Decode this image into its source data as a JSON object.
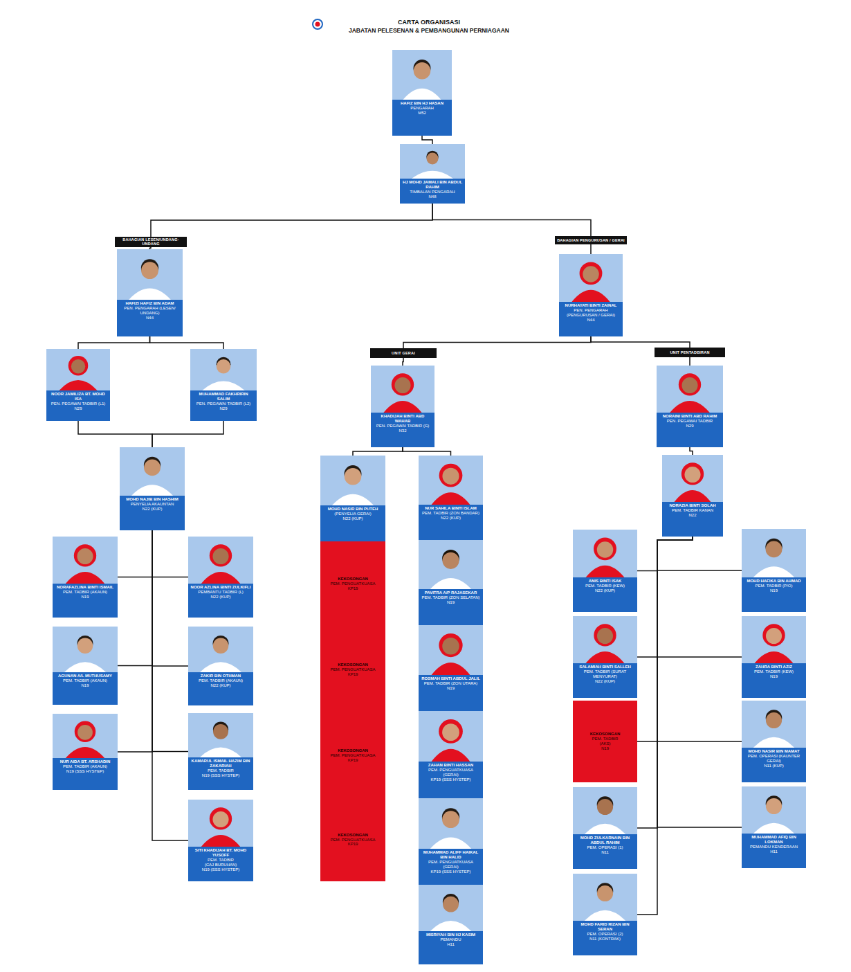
{
  "diagram": {
    "title": "CARTA ORGANISASI",
    "nodes": [
      {
        "text": [
          "HAFIZ BIN HJ HASAN",
          "PENGARAH",
          "M52"
        ]
      },
      {
        "text": [
          "HJ MOHD JAMALI BIN ABDUL RAHIM",
          "TIMBALAN PENGARAH",
          "N48"
        ]
      },
      {
        "text": [
          "BAHAGIAN LESEN/UNDANG-UNDANG"
        ]
      },
      {
        "text": [
          "BAHAGIAN PENGURUSAN / GERAI"
        ]
      },
      {
        "text": [
          "HAFIZI HAFIZ BIN ADAM",
          "PEN. PENGARAH (LESEN/ UNDANG)",
          "N44"
        ]
      },
      {
        "text": [
          "NURHAYATI BINTI ZAINAL",
          "PEN. PENGARAH (PENGURUSAN / GERAI)",
          "N44"
        ]
      },
      {
        "text": [
          "NOOR JAMILIZA BT. MOHD ISA",
          "PEN. PEGAWAI TADBIR (L1)",
          "N29"
        ]
      },
      {
        "text": [
          "MUHAMMAD FAKHRIRIN SALIM",
          "PEN. PEGAWAI TADBIR (L2)",
          "N29"
        ]
      },
      {
        "text": [
          "MOHD NAJIB BIN HASHIM",
          "PENYELIA AKAUNTAN",
          "N22 (KUP)"
        ]
      },
      {
        "text": [
          "NORAFAZLINA BINTI ISMAIL",
          "PEM. TADBIR (AKAUN)",
          "N19"
        ]
      },
      {
        "text": [
          "NOOR AZLINA BINTI ZULKIFLI",
          "PEMBANTU TADBIR (L)",
          "N22 (KUP)"
        ]
      },
      {
        "text": [
          "AGUNAN A/L MUTHUSAMY",
          "PEM. TADBIR (AKAUN)",
          "N19"
        ]
      },
      {
        "text": [
          "ZAKIR BIN OTHMAN",
          "PEM. TADBIR (AKAUN)",
          "N22 (KUP)"
        ]
      },
      {
        "text": [
          "NUR AIDA BT. ARSHADIN",
          "PEM. TADBIR (AKAUN)",
          "N19 (SSS HYSTEP)"
        ]
      },
      {
        "text": [
          "KAMARUL ISMAIL HAZIM BIN ZAKARIAH",
          "PEM. TADBIR",
          "N19 (SSS HYSTEP)"
        ]
      },
      {
        "text": [
          "SITI KHADIJAH BT. MOHD YUSOFF",
          "PEM. TADBIR",
          "(CAJ BURUHAN)",
          "N19 (SSS HYSTEP)"
        ]
      },
      {
        "text": [
          "UNIT GERAI"
        ]
      },
      {
        "text": [
          "UNIT PENTADBIRAN"
        ]
      },
      {
        "text": [
          "KHADIJAH BINTI ABD WAHAB",
          "PEN. PEGAWAI TADBIR (G)",
          "N32"
        ]
      },
      {
        "text": [
          "MOHD NASIR BIN PUTEH",
          "(PENYELIA GERAI)",
          "N22 (KUP)"
        ]
      },
      {
        "text": [
          "KEKOSONGAN",
          "PEM. PENGUATKUASA",
          "KP19"
        ]
      },
      {
        "text": [
          "KEKOSONGAN",
          "PEM. PENGUATKUASA",
          "KP19"
        ]
      },
      {
        "text": [
          "KEKOSONGAN",
          "PEM. PENGUATKUASA",
          "KP19"
        ]
      },
      {
        "text": [
          "KEKOSONGAN",
          "PEM. PENGUATKUASA",
          "KP19"
        ]
      },
      {
        "text": [
          "NUR SAHILA BINTI ISLAM",
          "PEM. TADBIR (ZON BANDAR)",
          "N22 (KUP)"
        ]
      },
      {
        "text": [
          "PAVITRA A/P RAJASEKAR",
          "PEM. TADBIR (ZON SELATAN)",
          "N19"
        ]
      },
      {
        "text": [
          "ROSMAH BINTI ABDUL JALIL",
          "PEM. TADBIR (ZON UTARA)",
          "N19"
        ]
      },
      {
        "text": [
          "ZAHAN BINTI HASSAN",
          "PEM. PENGUATKUASA (GERAI)",
          "KP19 (SSS HYSTEP)"
        ]
      },
      {
        "text": [
          "MUHAMMAD ALIFF HAIKAL BIN HALID",
          "PEM. PENGUATKUASA (GERAI)",
          "KP19 (SSS HYSTEP)"
        ]
      },
      {
        "text": [
          "MISRIYAH BIN HJ KASIM",
          "PEMANDU",
          "H11"
        ]
      },
      {
        "text": [
          "NORAINI BINTI ABD RAHIM",
          "PEN. PEGAWAI TADBIR",
          "N29"
        ]
      },
      {
        "text": [
          "NORAZIA BINTI SOLAH",
          "PEM. TADBIR KANAN",
          "N22"
        ]
      },
      {
        "text": [
          "ANIS BINTI ISAK",
          "PEM. TADBIR (KEW)",
          "N22 (KUP)"
        ]
      },
      {
        "text": [
          "MOHD HAFIKA BIN AHMAD",
          "PEM. TADBIR (P/O)",
          "N19"
        ]
      },
      {
        "text": [
          "SALAMIAH BINTI SALLEH",
          "PEM. TADBIR (SURAT MENYURAT)",
          "N22 (KUP)"
        ]
      },
      {
        "text": [
          "ZAHRA BINTI AZIZ",
          "PEM. TADBIR (KEW)",
          "N19"
        ]
      },
      {
        "text": [
          "KEKOSONGAN",
          "PEM. TADBIR",
          "(AKS)",
          "N19"
        ]
      },
      {
        "text": [
          "MOHD NASIR BIN MAMAT",
          "PEM. OPERASI (KAUNTER GERAI)",
          "N11 (KUP)"
        ]
      },
      {
        "text": [
          "MOHD ZULKARNAIN BIN ABDUL RAHIM",
          "PEM. OPERASI (1)",
          "N11"
        ]
      },
      {
        "text": [
          "MUHAMMAD AFIQ BIN LOKMAN",
          "PEMANDU KENDERAAN",
          "H11"
        ]
      },
      {
        "text": [
          "MOHD FARID RIZAN BIN SERAN",
          "PEM. OPERASI (2)",
          "N11 (KONTRAK)"
        ]
      }
    ],
    "edges": [
      {
        "from": 0,
        "to": 1,
        "arrow": "none"
      },
      {
        "from": 1,
        "to": 2,
        "arrow": "none"
      },
      {
        "from": 1,
        "to": 3,
        "arrow": "none"
      },
      {
        "from": 2,
        "to": 4,
        "arrow": "none"
      },
      {
        "from": 3,
        "to": 5,
        "arrow": "none"
      },
      {
        "from": 4,
        "to": 6,
        "arrow": "none"
      },
      {
        "from": 4,
        "to": 7,
        "arrow": "none"
      },
      {
        "from": 6,
        "to": 8,
        "arrow": "none"
      },
      {
        "from": 7,
        "to": 8,
        "arrow": "none"
      },
      {
        "from": 8,
        "to": 9,
        "arrow": "none"
      },
      {
        "from": 8,
        "to": 10,
        "arrow": "none"
      },
      {
        "from": 8,
        "to": 11,
        "arrow": "none"
      },
      {
        "from": 8,
        "to": 12,
        "arrow": "none"
      },
      {
        "from": 8,
        "to": 13,
        "arrow": "none"
      },
      {
        "from": 8,
        "to": 14,
        "arrow": "none"
      },
      {
        "from": 8,
        "to": 15,
        "arrow": "none"
      },
      {
        "from": 5,
        "to": 16,
        "arrow": "none"
      },
      {
        "from": 5,
        "to": 17,
        "arrow": "none"
      },
      {
        "from": 16,
        "to": 18,
        "arrow": "none"
      },
      {
        "from": 18,
        "to": 19,
        "arrow": "none"
      },
      {
        "from": 18,
        "to": 24,
        "arrow": "none"
      },
      {
        "from": 17,
        "to": 30,
        "arrow": "none"
      },
      {
        "from": 30,
        "to": 31,
        "arrow": "none"
      },
      {
        "from": 31,
        "to": 32,
        "arrow": "none"
      },
      {
        "from": 31,
        "to": 33,
        "arrow": "none"
      },
      {
        "from": 31,
        "to": 34,
        "arrow": "none"
      },
      {
        "from": 31,
        "to": 35,
        "arrow": "none"
      },
      {
        "from": 31,
        "to": 36,
        "arrow": "none"
      },
      {
        "from": 31,
        "to": 37,
        "arrow": "none"
      },
      {
        "from": 31,
        "to": 38,
        "arrow": "none"
      },
      {
        "from": 31,
        "to": 39,
        "arrow": "none"
      },
      {
        "from": 31,
        "to": 40,
        "arrow": "none"
      }
    ],
    "labels": [
      "JABATAN PELESENAN & PEMBANGUNAN PERNIAGAAN"
    ]
  }
}
